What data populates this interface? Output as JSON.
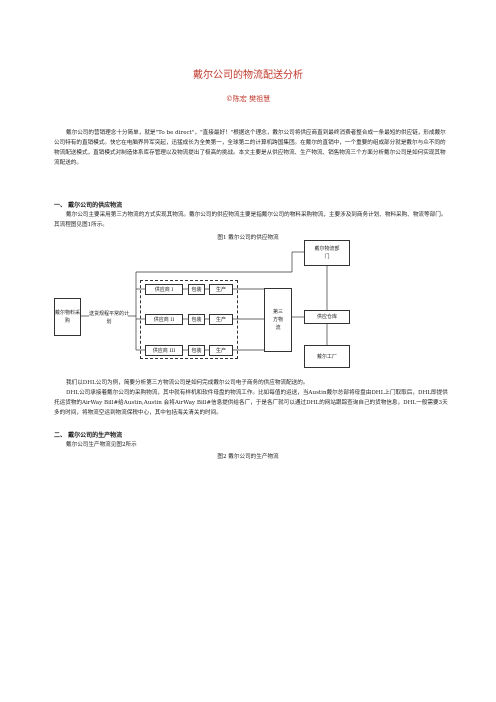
{
  "document": {
    "title": "戴尔公司的物流配送分析",
    "authors": "©陈宏  樊祖慧",
    "intro": "戴尔公司的营销理念十分简单，就是\"To be direct\"，\"直接最好！\"根据这个理念，戴尔公司将供应商直到最终消费者整合成一条最短的供应链，形成戴尔公司特有的直销模式。快它在电脑界异军突起，迅猛成长为全美第一，全球第二的计算机跨国集团。在戴尔的直销中，一个重要的组成部分就是戴尔与众不同的物流配送模式，直销模式对制造体系库存管理以及物流提出了极高的挑战。本文主要是从供应物流、生产物流、销售物流三个方面分析戴尔公司是如何实现其物流配送的。",
    "section1": {
      "heading": "一、 戴尔公司的供应物流",
      "para": "戴尔公司主要采用第三方物流的方式实现其物流。戴尔公司的供应物流主要是指戴尔公司的物料采购物流，主要涉及到商务计划、物料采购、物流等部门。其流程图见图1所示。",
      "fig_caption": "图1 戴尔公司的供应物流"
    },
    "figure1": {
      "dell_purchase": "戴尔物料采购",
      "send_plan": "送货规程平常的计划",
      "suppliers": [
        {
          "name": "供应商 I",
          "pack": "包装",
          "produce": "生产"
        },
        {
          "name": "供应商 II",
          "pack": "包装",
          "produce": "生产"
        },
        {
          "name": "供应商 III",
          "pack": "包装",
          "produce": "生产"
        }
      ],
      "third_party": "第三方物流",
      "dell_dept": "戴尔物流部门",
      "plan_center": "供应仓库",
      "dell_factory": "戴尔工厂"
    },
    "after_fig1": [
      "我们以DHL公司为例，简要分析第三方物流公司是如何完成戴尔公司电子商务的供应物流配送的。",
      "DHL公司承接着戴尔公司的采购物流，其中就有样机和软件母盘的物流工作。比如每值的运送，当Austin戴尔总部将母盘由DHL上门取取后，DHL即提供托运货物的AirWay Bill#给Austin,Austin 会将AirWay Bill#信息提供给各厂，于是各厂就可以通过DHL的网站跟踪查询自己的货物信息，DHL一般需要3天多的时间，将物流空运到物流保税中心，其中包括海关清关的时间。"
    ],
    "section2": {
      "heading": "二、 戴尔公司的生产物流",
      "para": "戴尔公司生产物流见图2所示",
      "fig_caption": "图2 戴尔公司的生产物流"
    }
  }
}
